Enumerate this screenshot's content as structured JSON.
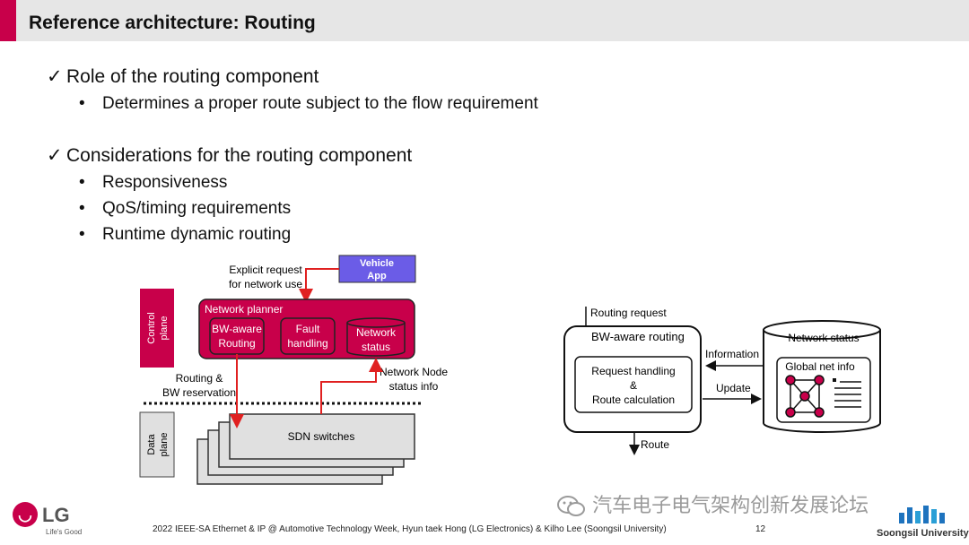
{
  "slide": {
    "title": "Reference architecture: Routing",
    "section1": {
      "heading": "Role of the routing component",
      "bullets": [
        "Determines a proper route subject to the flow requirement"
      ]
    },
    "section2": {
      "heading": "Considerations for the routing component",
      "bullets": [
        "Responsiveness",
        "QoS/timing requirements",
        "Runtime dynamic routing"
      ]
    },
    "check_symbol": "✓",
    "bullet_symbol": "•"
  },
  "diagram_left": {
    "vehicle_app_line1": "Vehicle",
    "vehicle_app_line2": "App",
    "explicit_request_line1": "Explicit request",
    "explicit_request_line2": "for network use",
    "control_plane_line1": "Control",
    "control_plane_line2": "plane",
    "network_planner": "Network planner",
    "bw_aware_line1": "BW-aware",
    "bw_aware_line2": "Routing",
    "fault_line1": "Fault",
    "fault_line2": "handling",
    "network_status_line1": "Network",
    "network_status_line2": "status",
    "routing_res_line1": "Routing &",
    "routing_res_line2": "BW reservation",
    "node_status_line1": "Network Node",
    "node_status_line2": "status info",
    "data_plane_line1": "Data",
    "data_plane_line2": "plane",
    "sdn_switches": "SDN switches"
  },
  "diagram_right": {
    "routing_request": "Routing request",
    "bw_aware_routing": "BW-aware routing",
    "request_handling_line1": "Request handling",
    "request_handling_line2": "&",
    "request_handling_line3": "Route calculation",
    "route": "Route",
    "information": "Information",
    "update": "Update",
    "network_status": "Network status",
    "global_net_info": "Global net info"
  },
  "footer": {
    "logo_text": "LG",
    "logo_tagline": "Life's Good",
    "citation": "2022 IEEE-SA Ethernet & IP @ Automotive Technology Week, Hyun taek Hong (LG Electronics) & Kilho Lee (Soongsil University)",
    "page_number": "12",
    "watermark": "汽车电子电气架构创新发展论坛",
    "university": "Soongsil University"
  },
  "colors": {
    "accent": "#c8004a",
    "vehicle_app": "#6b5ce7",
    "arrow_red": "#e02020"
  }
}
